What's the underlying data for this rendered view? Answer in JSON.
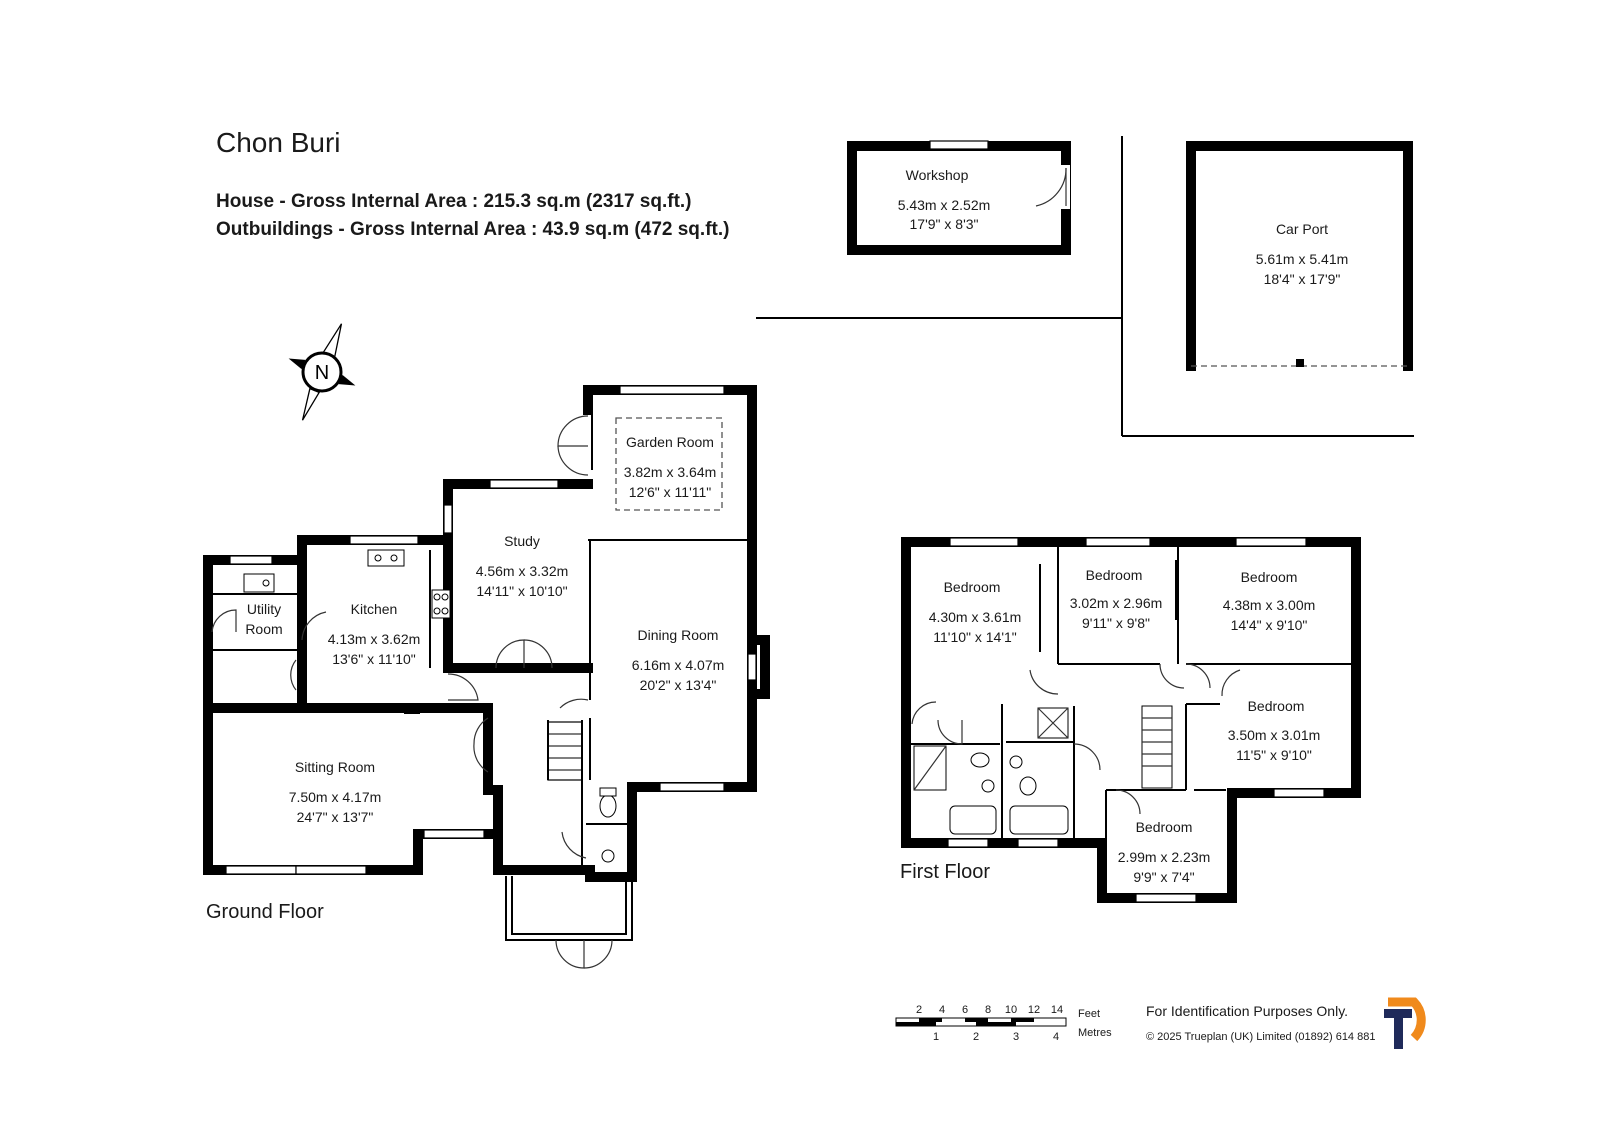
{
  "header": {
    "title": "Chon Buri",
    "house_area": "House - Gross Internal Area  :  215.3 sq.m   (2317 sq.ft.)",
    "outbuildings_area": "Outbuildings - Gross Internal Area  :  43.9 sq.m   (472 sq.ft.)"
  },
  "compass": {
    "label": "N"
  },
  "floors": {
    "ground": "Ground Floor",
    "first": "First Floor"
  },
  "rooms": {
    "workshop": {
      "name": "Workshop",
      "metric": "5.43m  x  2.52m",
      "imperial": "17'9\"  x  8'3\""
    },
    "carport": {
      "name": "Car Port",
      "metric": "5.61m  x  5.41m",
      "imperial": "18'4\"  x  17'9\""
    },
    "garden_room": {
      "name": "Garden Room",
      "metric": "3.82m  x  3.64m",
      "imperial": "12'6\"  x  11'11\""
    },
    "study": {
      "name": "Study",
      "metric": "4.56m  x  3.32m",
      "imperial": "14'11\"  x  10'10\""
    },
    "kitchen": {
      "name": "Kitchen",
      "metric": "4.13m  x  3.62m",
      "imperial": "13'6\"  x  11'10\""
    },
    "utility": {
      "name_1": "Utility",
      "name_2": "Room"
    },
    "dining_room": {
      "name": "Dining Room",
      "metric": "6.16m  x  4.07m",
      "imperial": "20'2\"  x  13'4\""
    },
    "sitting_room": {
      "name": "Sitting Room",
      "metric": "7.50m  x  4.17m",
      "imperial": "24'7\"  x  13'7\""
    },
    "bedroom_1": {
      "name": "Bedroom",
      "metric": "4.30m  x  3.61m",
      "imperial": "11'10\"  x  14'1\""
    },
    "bedroom_2": {
      "name": "Bedroom",
      "metric": "3.02m  x  2.96m",
      "imperial": "9'11\"  x  9'8\""
    },
    "bedroom_3": {
      "name": "Bedroom",
      "metric": "4.38m  x  3.00m",
      "imperial": "14'4\"  x  9'10\""
    },
    "bedroom_4": {
      "name": "Bedroom",
      "metric": "3.50m  x  3.01m",
      "imperial": "11'5\"  x  9'10\""
    },
    "bedroom_5": {
      "name": "Bedroom",
      "metric": "2.99m  x  2.23m",
      "imperial": "9'9\"  x  7'4\""
    }
  },
  "scale": {
    "feet_ticks": [
      "2",
      "4",
      "6",
      "8",
      "10",
      "12",
      "14"
    ],
    "metre_ticks": [
      "1",
      "2",
      "3",
      "4"
    ],
    "feet_label": "Feet",
    "metres_label": "Metres"
  },
  "footer": {
    "disclaimer": "For Identification Purposes Only.",
    "copyright": "©  2025 Trueplan (UK) Limited  (01892) 614 881",
    "logo_accent_color": "#f08a1c",
    "logo_main_color": "#1f2a5a"
  }
}
